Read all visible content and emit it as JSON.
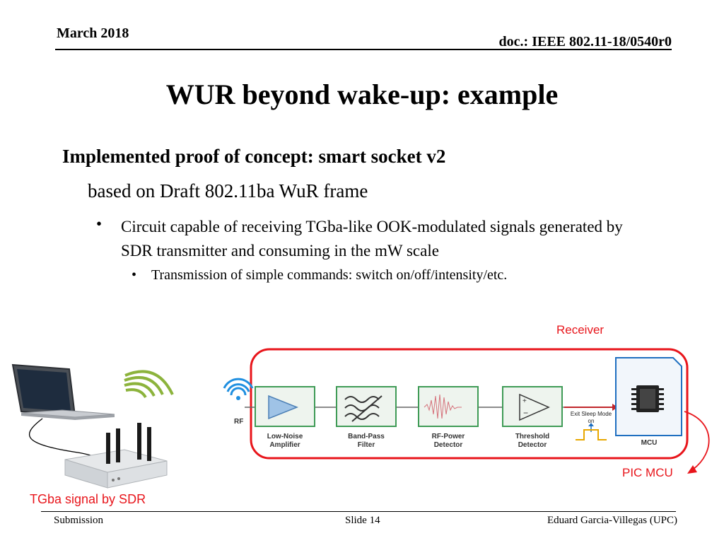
{
  "header": {
    "date": "March 2018",
    "doc_id": "doc.: IEEE 802.11-18/0540r0"
  },
  "title": "WUR beyond wake-up: example",
  "content": {
    "level1": "Implemented proof of concept: smart socket v2",
    "level2": "based on Draft 802.11ba WuR frame",
    "level3": "Circuit capable of receiving TGba-like OOK-modulated signals generated by SDR transmitter and consuming in the mW scale",
    "level4": "Transmission of simple commands: switch on/off/intensity/etc.",
    "bullet_symbol": "•"
  },
  "figure": {
    "receiver_label": "Receiver",
    "mcu_callout": "PIC MCU",
    "sdr_label": "TGba signal by SDR",
    "rf_label": "RF",
    "blocks": [
      {
        "line1": "Low-Noise",
        "line2": "Amplifier"
      },
      {
        "line1": "Band-Pass",
        "line2": "Filter"
      },
      {
        "line1": "RF-Power",
        "line2": "Detector"
      },
      {
        "line1": "Threshold",
        "line2": "Detector"
      }
    ],
    "exit_sleep_line1": "Exit Sleep Mode",
    "exit_sleep_line2": "on",
    "mcu_label": "MCU",
    "accent_red": "#e8151b",
    "block_green": "#3f9b56",
    "icons": [
      "laptop-icon",
      "wifi-signal-icon",
      "sdr-router-icon",
      "amplifier-icon",
      "filter-icon",
      "detector-icon",
      "comparator-icon",
      "chip-icon"
    ]
  },
  "footer": {
    "left": "Submission",
    "center": "Slide 14",
    "right": "Eduard Garcia-Villegas (UPC)"
  }
}
